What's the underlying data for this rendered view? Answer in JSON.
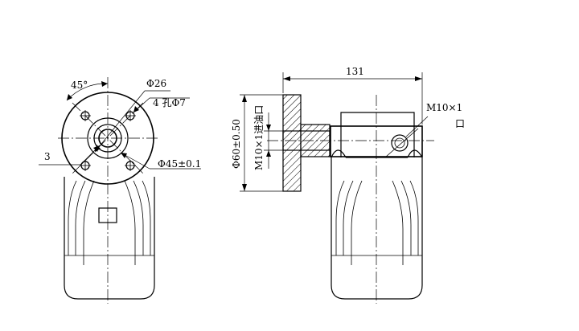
{
  "left_view": {
    "angle_label": "45°",
    "bore_label": "Φ26",
    "holes_label": "4 孔Φ7",
    "offset_label": "3",
    "pcd_label": "Φ45±0.1"
  },
  "right_view": {
    "length_label": "131",
    "flange_label": "Φ60±0.50",
    "inlet_label": "M10×1进油口",
    "outlet_label_line1": "M10×1",
    "outlet_label_line2": "口"
  }
}
